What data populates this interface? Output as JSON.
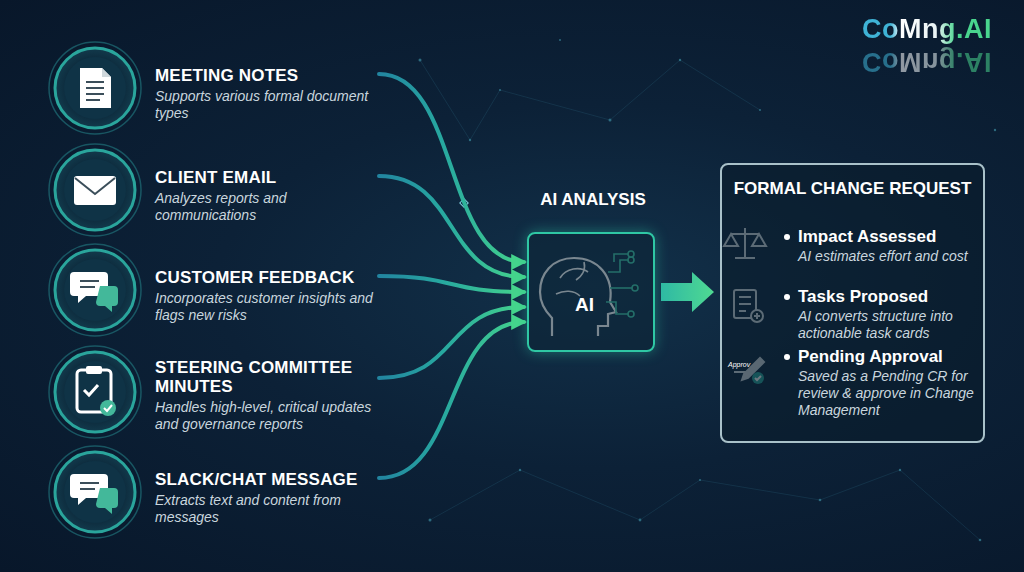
{
  "diagram": {
    "nodes": [
      {
        "text": [
          "MEETING NOTES",
          "Supports various formal document types"
        ]
      },
      {
        "text": [
          "CLIENT EMAIL",
          "Analyzes reports and communications"
        ]
      },
      {
        "text": [
          "CUSTOMER FEEDBACK",
          "Incorporates customer insights and flags new risks"
        ]
      },
      {
        "text": [
          "STEERING COMMITTEE MINUTES",
          "Handles high-level, critical updates and governance reports"
        ]
      },
      {
        "text": [
          "SLACK/CHAT MESSAGE",
          "Extracts text and content from messages"
        ]
      },
      {
        "text": [
          "AI ANALYSIS",
          "AI"
        ]
      },
      {
        "text": [
          "FORMAL CHANGE REQUEST"
        ]
      },
      {
        "text": [
          "Impact Assessed",
          "AI estimates effort and cost"
        ],
        "in": 6
      },
      {
        "text": [
          "Tasks Proposed",
          "AI converts structure into actionable task cards"
        ],
        "in": 6
      },
      {
        "text": [
          "Pending Approval",
          "Saved as a Pending CR for review & approve in Change Management"
        ],
        "in": 6
      }
    ],
    "edges": [
      {
        "from": 0,
        "to": 5,
        "arrow": "to"
      },
      {
        "from": 1,
        "to": 5,
        "arrow": "to"
      },
      {
        "from": 2,
        "to": 5,
        "arrow": "to"
      },
      {
        "from": 3,
        "to": 5,
        "arrow": "to"
      },
      {
        "from": 4,
        "to": 5,
        "arrow": "to"
      },
      {
        "from": 5,
        "to": 6,
        "arrow": "to"
      }
    ],
    "labels": [
      "CoMng.AI",
      "CoMng.AI",
      "Approv"
    ]
  }
}
